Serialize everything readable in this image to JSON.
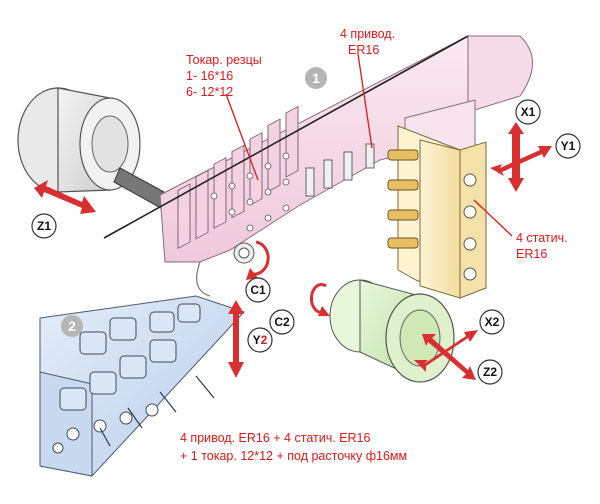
{
  "annotations": {
    "turning_tools": [
      "Токар. резцы",
      "1- 16*16",
      "6- 12*12"
    ],
    "driven_top": [
      "4 привод.",
      "ER16"
    ],
    "static_right": [
      "4 статич.",
      "ER16"
    ],
    "bottom_config": [
      "4 привод. ER16 + 4 статич. ER16",
      "+ 1 токар. 12*12 + под расточку ф16мм"
    ]
  },
  "markers": {
    "one": "1",
    "two": "2"
  },
  "axes": {
    "z1": "Z1",
    "c1": "C1",
    "c2": "C2",
    "x1": "X1",
    "y1": "Y1",
    "x2": "X2",
    "z2": "Z2",
    "y2_prefix": "Y",
    "y2_suffix": "2"
  },
  "colors": {
    "annotation_red": "#e01818",
    "arrow_red": "#d83030",
    "turret_pink": "#f7dce9",
    "block_yellow": "#fbeec2",
    "spindle_green": "#d9f0c6",
    "plate_blue": "#d6e3f4",
    "marker_gray": "#b5b5b5"
  }
}
